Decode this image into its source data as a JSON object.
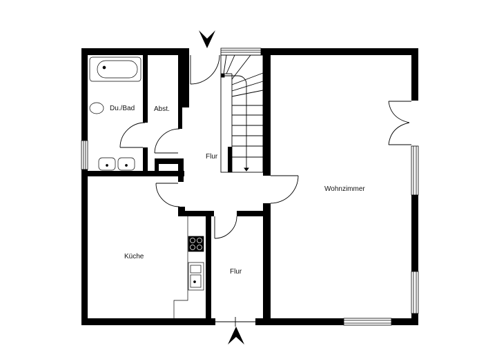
{
  "plan": {
    "type": "floor-plan",
    "wall_color": "#000000",
    "background": "#ffffff"
  },
  "rooms": [
    {
      "id": "bath",
      "label": "Du./Bad"
    },
    {
      "id": "wc",
      "label": "Abst."
    },
    {
      "id": "hall_upper",
      "label": "Flur"
    },
    {
      "id": "living",
      "label": "Wohnzimmer"
    },
    {
      "id": "kitchen",
      "label": "Küche"
    },
    {
      "id": "hall_lower",
      "label": "Flur"
    }
  ],
  "entrances": [
    {
      "id": "top",
      "icon": "entrance-arrow-down"
    },
    {
      "id": "bottom",
      "icon": "entrance-arrow-up"
    }
  ]
}
